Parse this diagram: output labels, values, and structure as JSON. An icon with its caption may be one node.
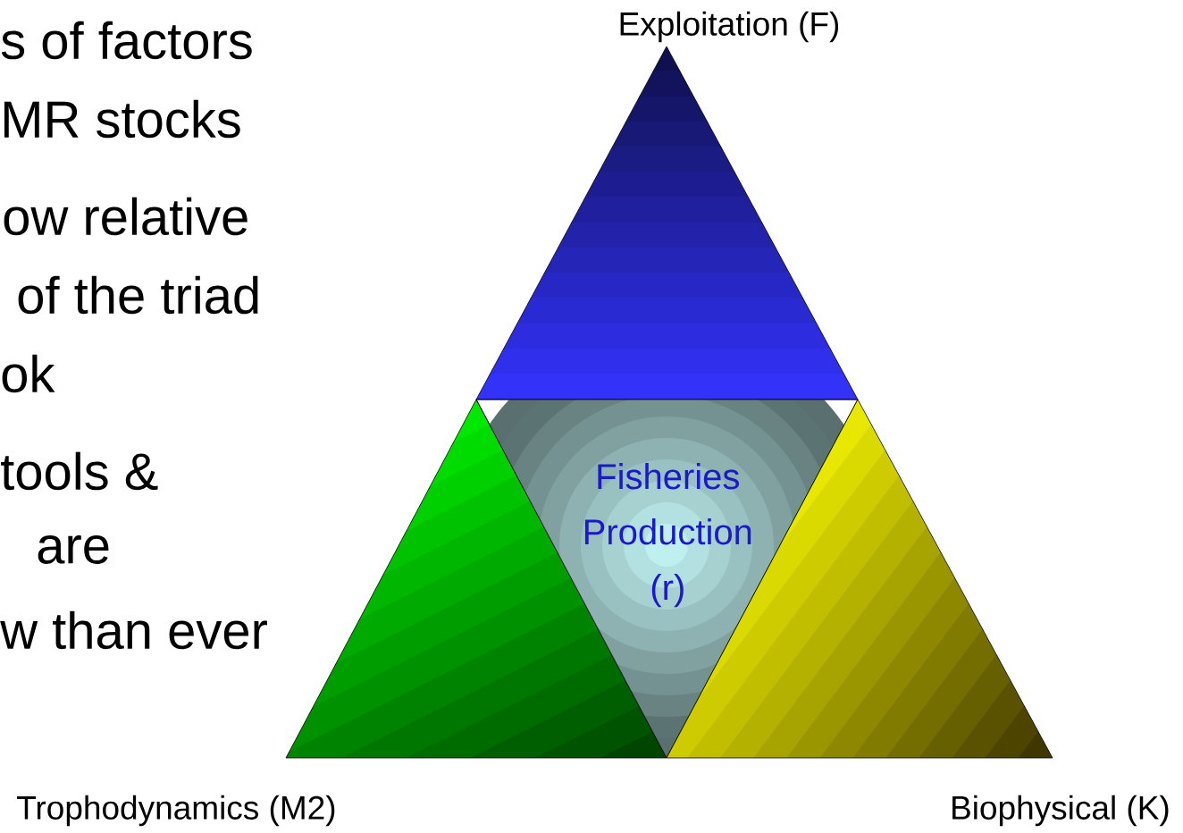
{
  "diagram": {
    "nodes": [
      {
        "text": [
          "Exploitation (F)"
        ]
      },
      {
        "text": [
          "Trophodynamics (M2)"
        ]
      },
      {
        "text": [
          "Fisheries Production (r)"
        ]
      },
      {
        "text": [
          "Biophysical (K)"
        ]
      }
    ],
    "edges": [],
    "labels": [
      "s of factors",
      "MR stocks",
      "ow relative",
      "of the triad",
      "ok",
      "tools &",
      "are",
      "w than ever"
    ]
  }
}
